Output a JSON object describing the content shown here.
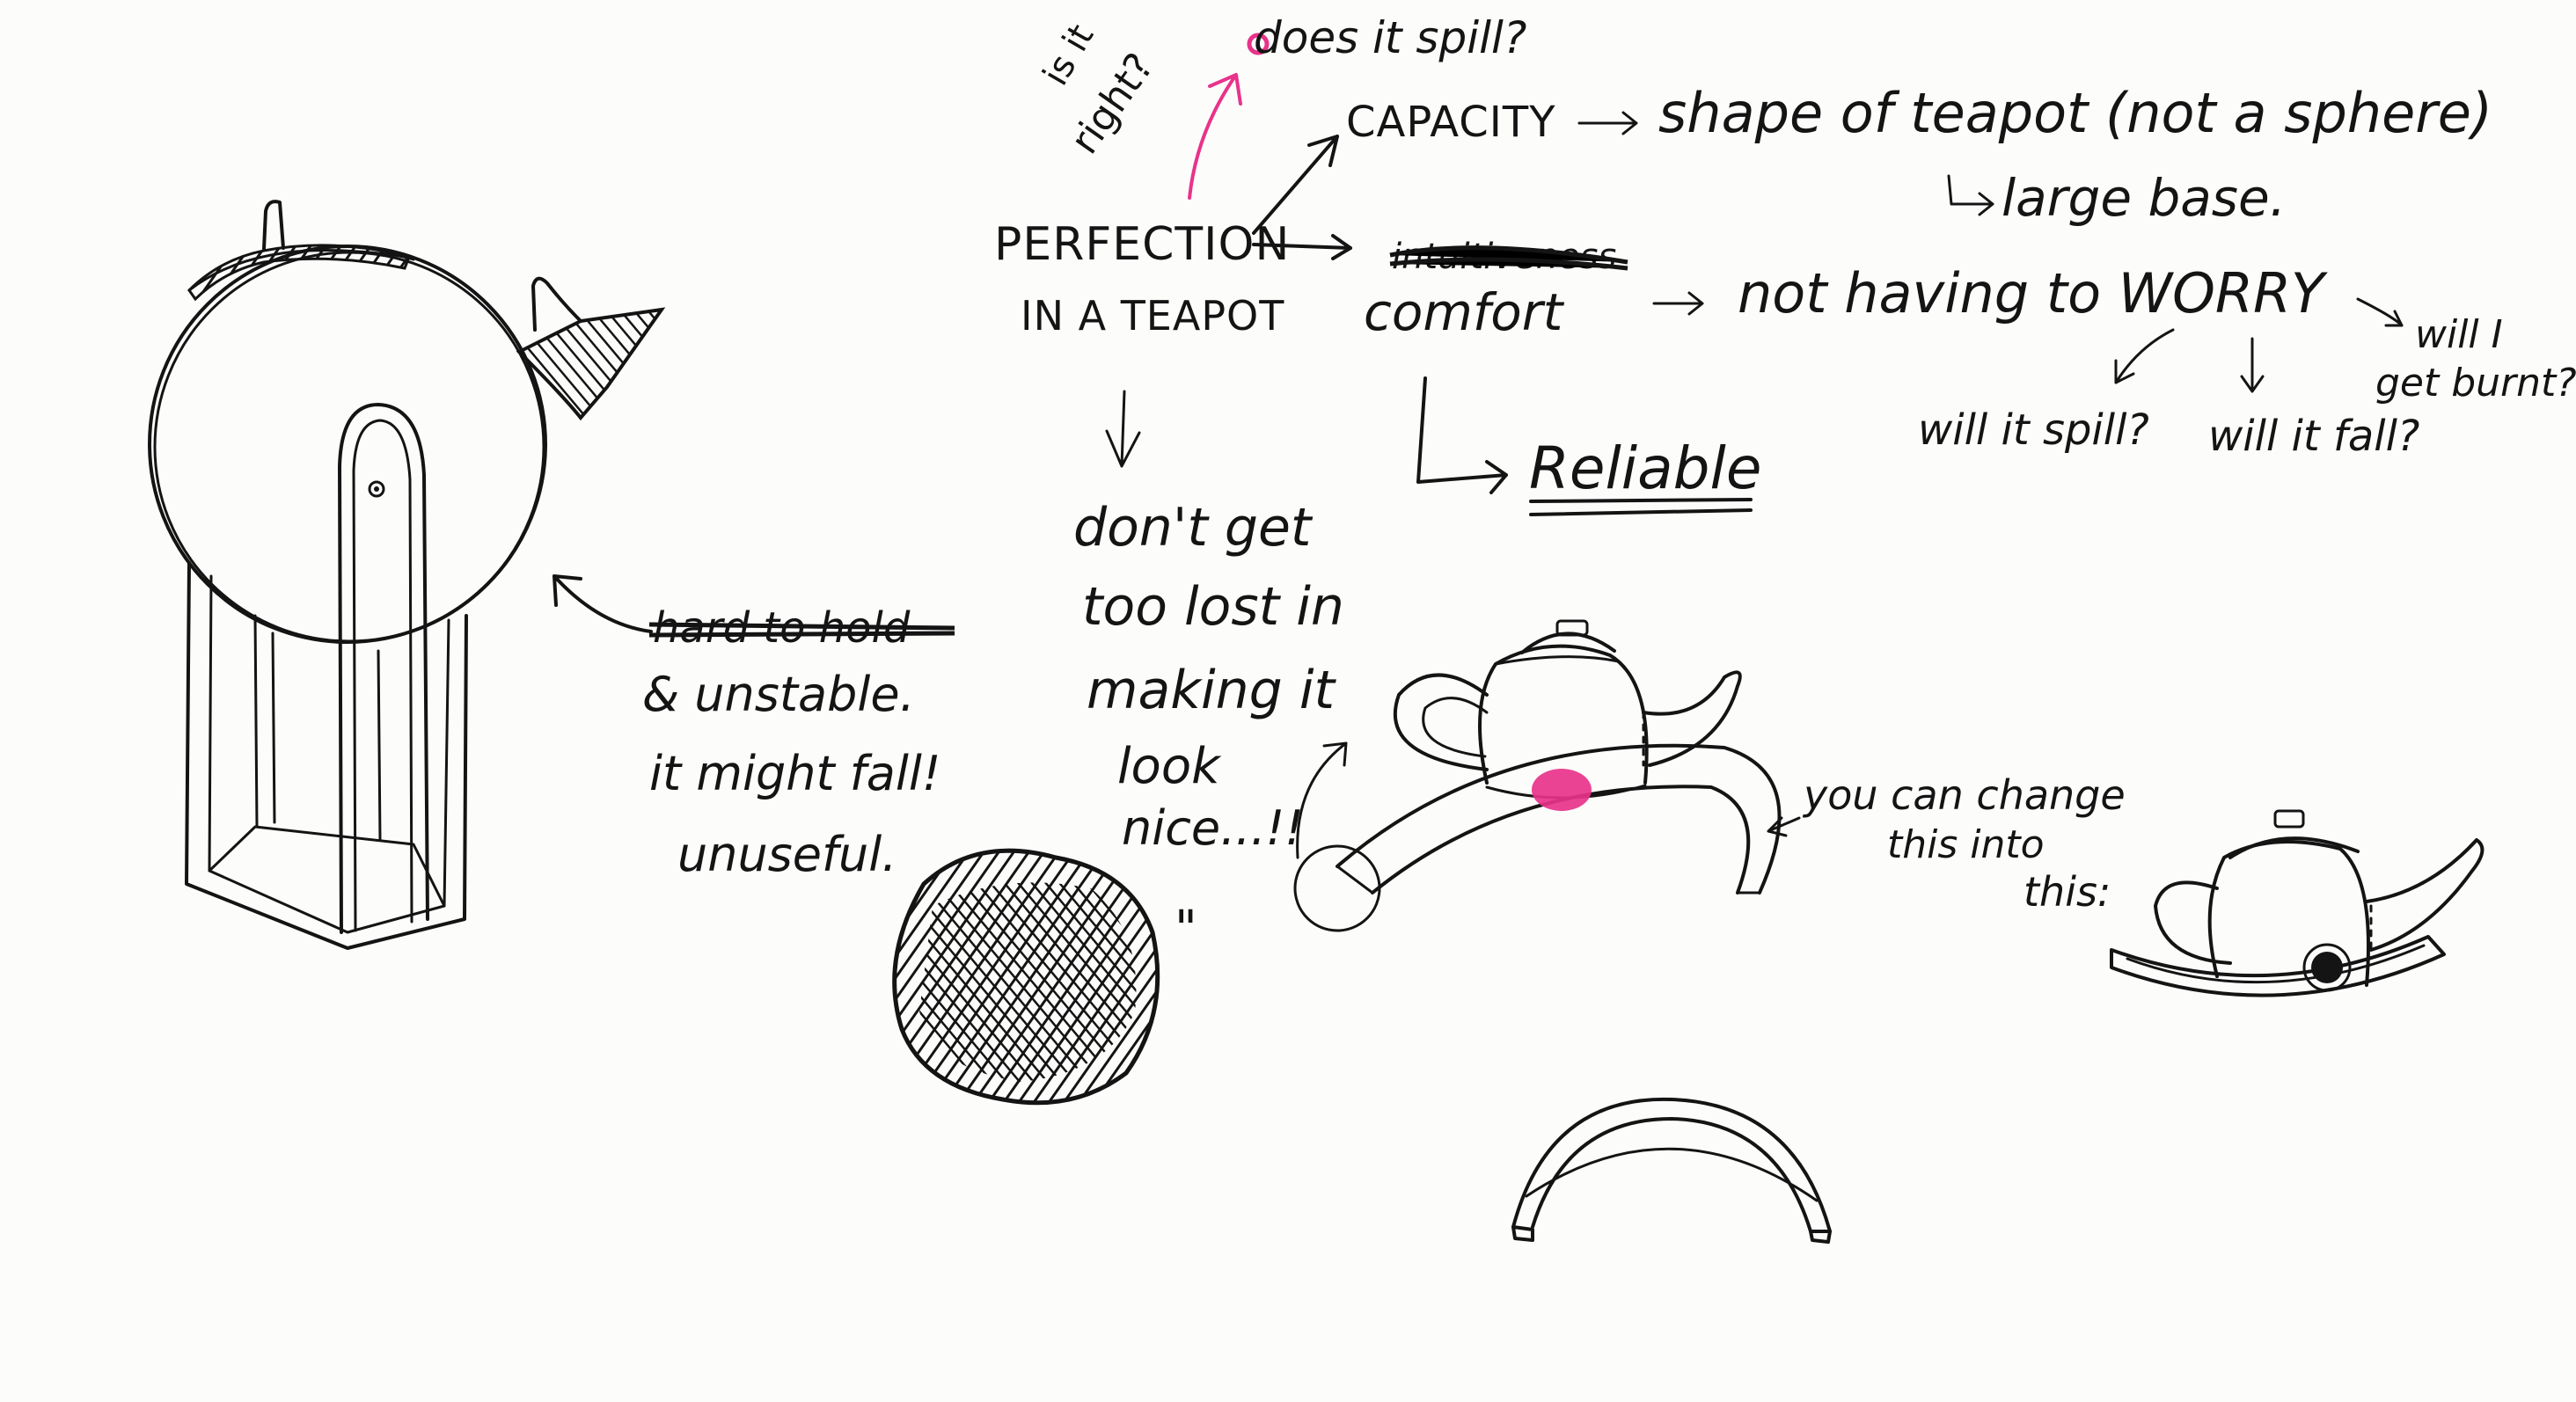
{
  "notes": {
    "main_topic_line1": "PERFECTION",
    "main_topic_line2": "IN A TEAPOT",
    "is_it_right_1": "is it",
    "is_it_right_2": "right?",
    "does_it_spill": "does it spill?",
    "capacity": "CAPACITY",
    "shape_of_teapot": "shape of teapot (not a sphere)",
    "large_base": "large base.",
    "intuitive_struck": "intuitiveness",
    "comfort": "comfort",
    "not_having_to_worry": "not having to WORRY",
    "will_it_spill": "will it spill?",
    "will_it_fall": "will it fall?",
    "will_i_get_burnt_1": "will I",
    "will_i_get_burnt_2": "get burnt?",
    "reliable": "Reliable",
    "dont_get_1": "don't get",
    "dont_get_2": "too lost in",
    "dont_get_3": "making it",
    "dont_get_4": "look",
    "dont_get_5": "nice...!!",
    "struck_hard": "hard to hold",
    "unstable": "& unstable.",
    "might_fall": "it might fall!",
    "unuseful": "unuseful.",
    "change_1": "you can change",
    "change_2": "this into",
    "change_3": "this:",
    "quote_mark": "\""
  },
  "colors": {
    "ink": "#141414",
    "highlight_pink": "#e8338a",
    "paper": "#fcfcfb"
  }
}
